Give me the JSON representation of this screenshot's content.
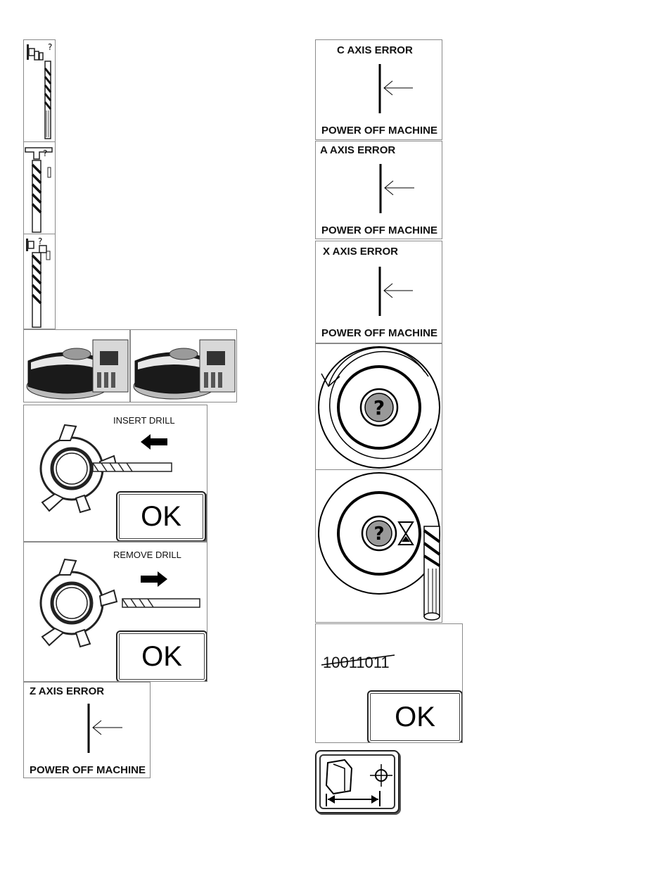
{
  "left_column": {
    "insert_panel": {
      "title": "INSERT DRILL",
      "ok": "OK"
    },
    "remove_panel": {
      "title": "REMOVE DRILL",
      "ok": "OK"
    },
    "z_error": {
      "title": "Z  AXIS   ERROR",
      "footer": "POWER OFF MACHINE"
    }
  },
  "right_column": {
    "c_error": {
      "title": "C  AXIS   ERROR",
      "footer": "POWER OFF MACHINE"
    },
    "a_error": {
      "title": "A  AXIS   ERROR",
      "footer": "POWER OFF MACHINE"
    },
    "x_error": {
      "title": "X AXIS   ERROR",
      "footer": "POWER OFF MACHINE"
    },
    "code_panel": {
      "code": "10011011",
      "ok": "OK"
    }
  },
  "icons": {
    "question_mark": "?",
    "arrow_left": "left-arrow-icon",
    "arrow_right": "right-arrow-icon"
  }
}
